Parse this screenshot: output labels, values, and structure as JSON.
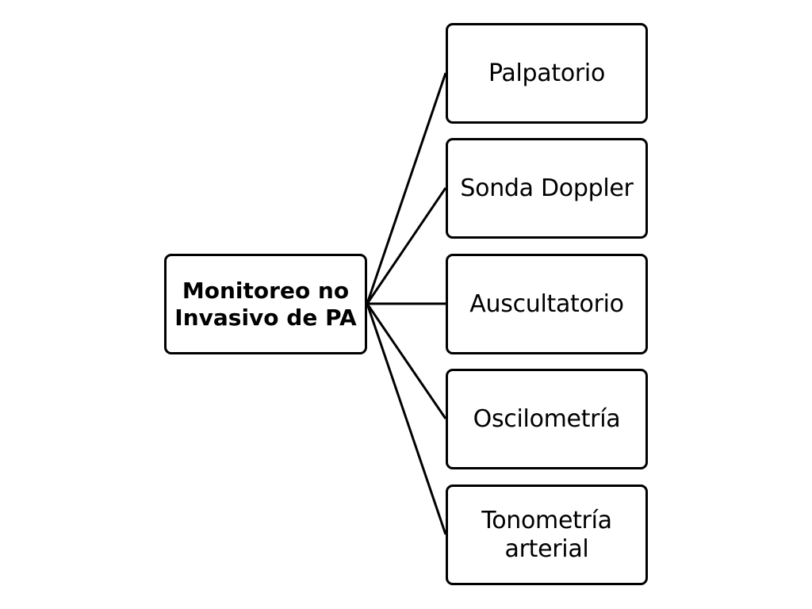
{
  "diagram": {
    "root": {
      "label": "Monitoreo no Invasivo de PA"
    },
    "children": [
      {
        "label": "Palpatorio"
      },
      {
        "label": "Sonda Doppler"
      },
      {
        "label": "Auscultatorio"
      },
      {
        "label": "Oscilometría"
      },
      {
        "label": "Tonometría arterial"
      }
    ]
  }
}
